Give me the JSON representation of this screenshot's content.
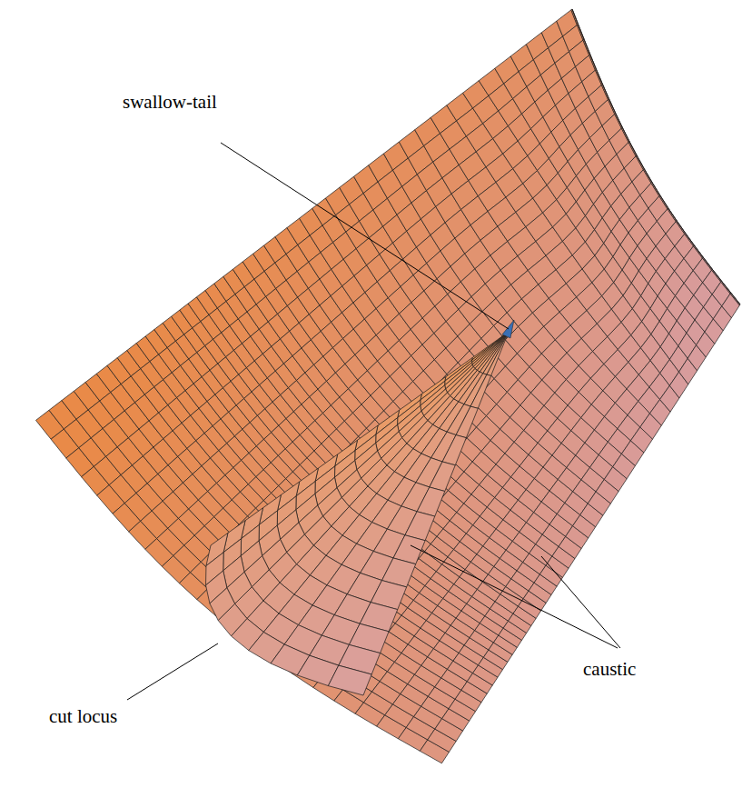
{
  "diagram": {
    "labels": [
      "swallow-tail",
      "cut locus",
      "caustic"
    ]
  }
}
